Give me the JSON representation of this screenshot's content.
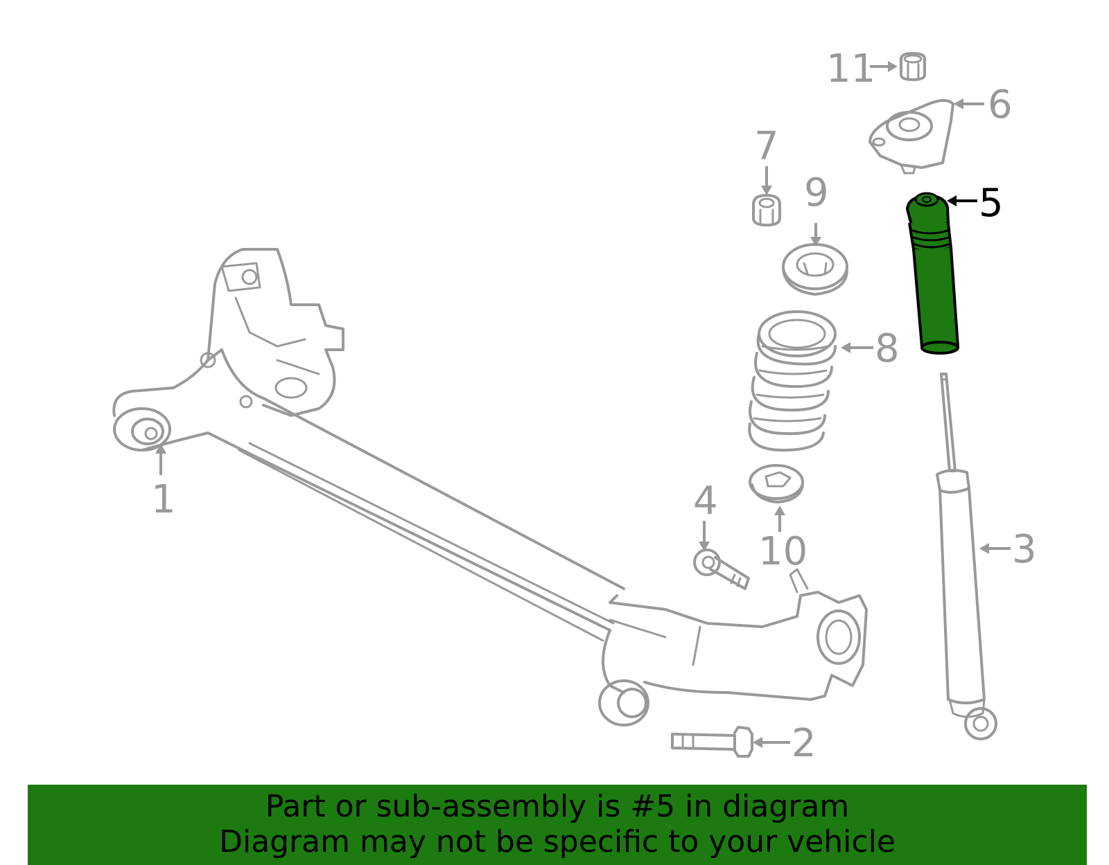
{
  "colors": {
    "part_stroke": "#999999",
    "highlight_fill": "#1c7a10",
    "banner_bg": "#1c7a10",
    "selected_label": "#000000"
  },
  "callouts": {
    "c1": "1",
    "c2": "2",
    "c3": "3",
    "c4": "4",
    "c5": "5",
    "c6": "6",
    "c7": "7",
    "c8": "8",
    "c9": "9",
    "c10": "10",
    "c11": "11"
  },
  "highlighted_part": "5",
  "banner": {
    "line1": "Part or sub-assembly is #5 in diagram",
    "line2": "Diagram may not be specific to your vehicle"
  }
}
